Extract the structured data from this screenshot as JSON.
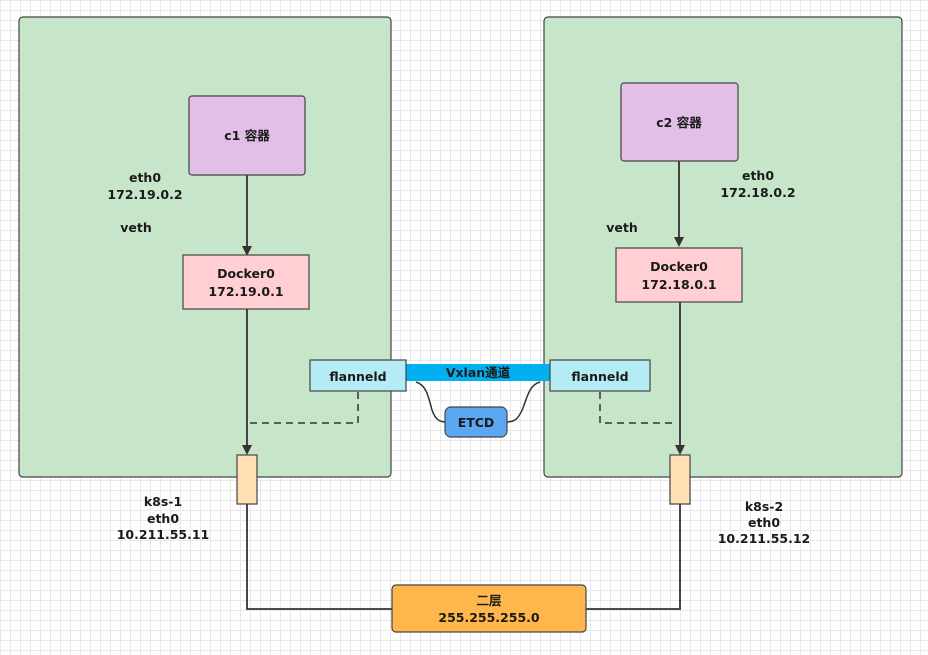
{
  "host_left": {
    "container_label": "c1 容器",
    "eth_label": "eth0",
    "eth_ip": "172.19.0.2",
    "veth_label": "veth",
    "bridge_label": "Docker0",
    "bridge_ip": "172.19.0.1",
    "flannel_label": "flanneld",
    "host_name": "k8s-1",
    "host_eth": "eth0",
    "host_ip": "10.211.55.11"
  },
  "host_right": {
    "container_label": "c2 容器",
    "eth_label": "eth0",
    "eth_ip": "172.18.0.2",
    "veth_label": "veth",
    "bridge_label": "Docker0",
    "bridge_ip": "172.18.0.1",
    "flannel_label": "flanneld",
    "host_name": "k8s-2",
    "host_eth": "eth0",
    "host_ip": "10.211.55.12"
  },
  "tunnel_label": "Vxlan通道",
  "etcd_label": "ETCD",
  "layer2": {
    "label": "二层",
    "mask": "255.255.255.0"
  },
  "colors": {
    "host_fill": "#c7e5c9",
    "container_fill": "#e1bfe6",
    "bridge_fill": "#ffcfd3",
    "flannel_fill": "#b5ebf5",
    "tunnel_fill": "#00b0f0",
    "etcd_fill": "#5aa8f2",
    "nic_fill": "#ffe0b3",
    "layer2_fill": "#ffb64a"
  }
}
